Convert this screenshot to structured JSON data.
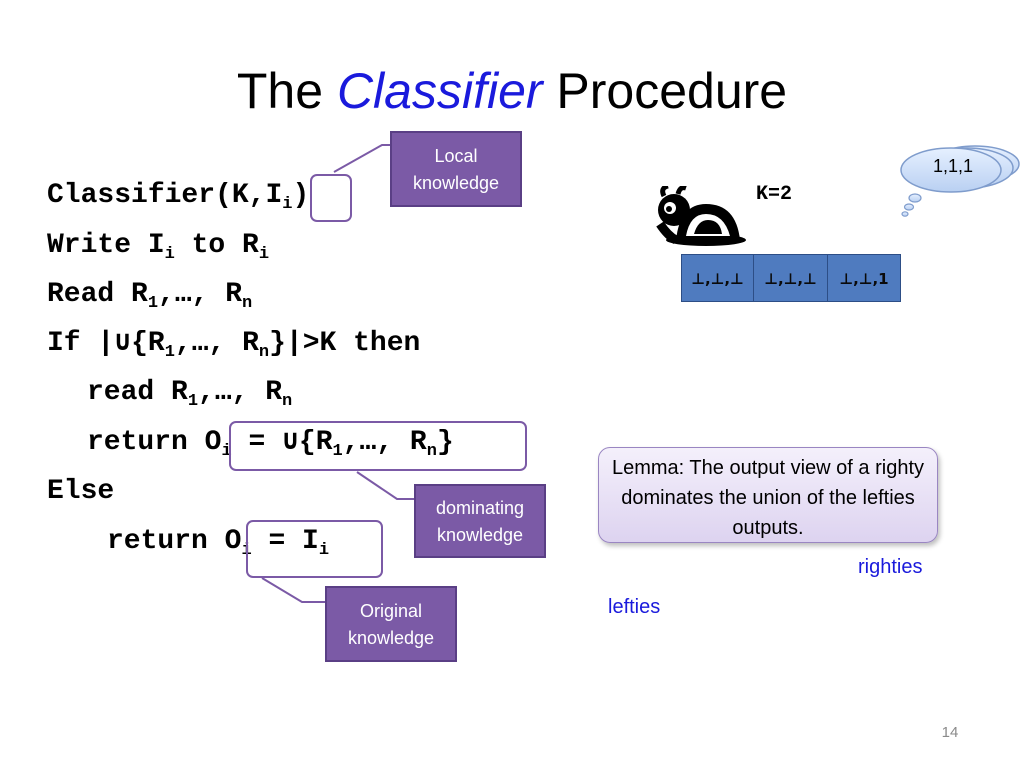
{
  "title": {
    "prefix": "The ",
    "emphasis": "Classifier",
    "suffix": " Procedure"
  },
  "code": {
    "line1": {
      "text": "Classifier(K,",
      "var": "I",
      "sub": "i",
      "close": ")"
    },
    "line2": {
      "a": "Write I",
      "a_sub": "i",
      "b": " to R",
      "b_sub": "i"
    },
    "line3": {
      "a": "Read R",
      "a_sub": "1",
      "b": ",…, R",
      "b_sub": "n"
    },
    "line4": {
      "a": "If |∪{R",
      "a_sub": "1",
      "b": ",…, R",
      "b_sub": "n",
      "c": "}|>K then"
    },
    "line5": {
      "a": "read R",
      "a_sub": "1",
      "b": ",…, R",
      "b_sub": "n"
    },
    "line6": {
      "a": "return ",
      "b": "O",
      "b_sub": "i",
      "c": " = ∪{R",
      "c_sub": "1",
      "d": ",…, R",
      "d_sub": "n",
      "e": "}"
    },
    "line7": {
      "a": "Else"
    },
    "line8": {
      "a": "return ",
      "b": "O",
      "b_sub": "i",
      "c": " = I",
      "c_sub": "i"
    }
  },
  "callouts": {
    "local": "Local knowledge",
    "dominating": "dominating knowledge",
    "original": "Original knowledge"
  },
  "k_label": "K=2",
  "thought": "1,1,1",
  "registers": [
    "⊥,⊥,⊥",
    "⊥,⊥,⊥",
    "⊥,⊥,1"
  ],
  "lemma": "Lemma: The output view of a righty dominates the union of the lefties outputs.",
  "labels": {
    "righties": "righties",
    "lefties": "lefties"
  },
  "page_number": "14",
  "colors": {
    "title_emphasis": "#1a1adc",
    "callout_fill": "#7b5aa6",
    "register_fill": "#4f7bbf"
  }
}
